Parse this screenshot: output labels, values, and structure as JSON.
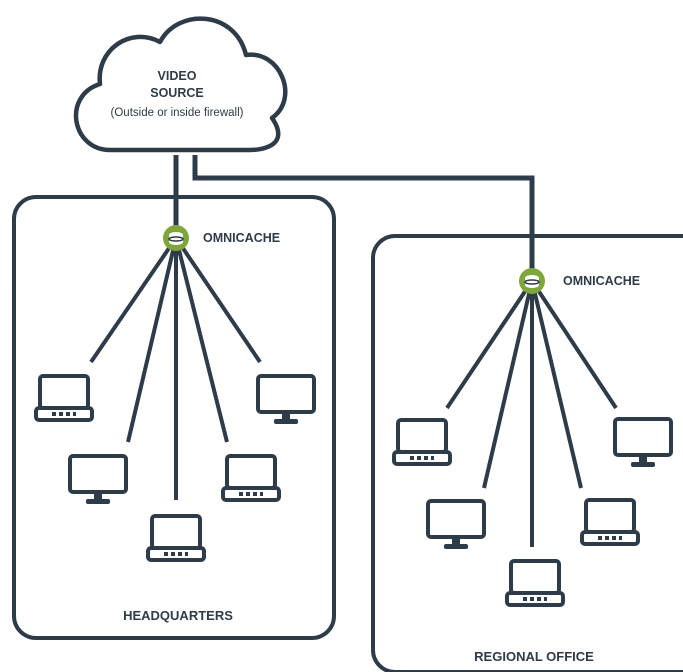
{
  "cloud": {
    "line1": "VIDEO",
    "line2": "SOURCE",
    "line3": "(Outside or inside firewall)"
  },
  "headquarters": {
    "node_label": "OMNICACHE",
    "site_label": "HEADQUARTERS"
  },
  "regional": {
    "node_label": "OMNICACHE",
    "site_label": "REGIONAL OFFICE"
  },
  "colors": {
    "stroke": "#2e3b48",
    "node_green": "#7fa63a",
    "node_dark": "#2e3b48"
  },
  "icons": {
    "laptop": "laptop-icon",
    "monitor": "monitor-icon",
    "cache": "omnicache-node-icon",
    "cloud": "cloud-icon"
  }
}
